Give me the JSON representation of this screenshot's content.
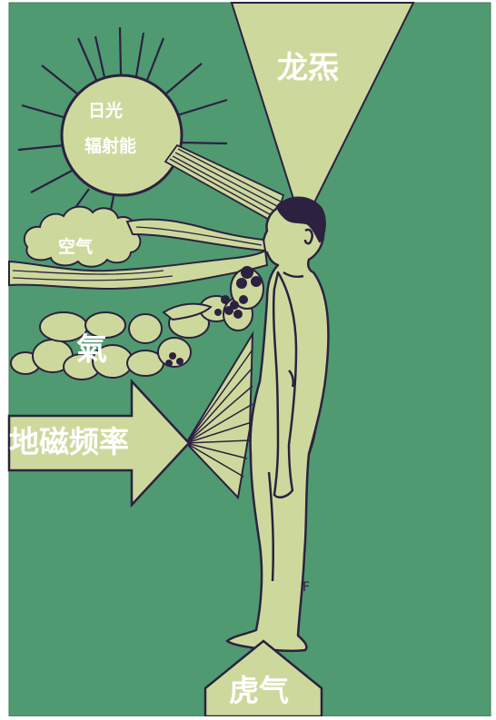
{
  "labels": {
    "sun_line1": "日光",
    "sun_line2": "辐射能",
    "dragon": "龙炁",
    "air": "空气",
    "qi": "氣",
    "geomagnetic": "地磁频率",
    "tiger": "虎气",
    "corner_mark": "F"
  },
  "colors": {
    "background": "#4f9a71",
    "cream": "#cdd99c",
    "outline": "#2c2140",
    "text": "#ffffff"
  },
  "icons": {
    "sun": "sun-icon",
    "human": "human-figure",
    "cloud": "air-cloud",
    "food": "food-basket-icon",
    "arrow_right": "arrow-right-icon",
    "arrow_up": "arrow-up-icon"
  }
}
